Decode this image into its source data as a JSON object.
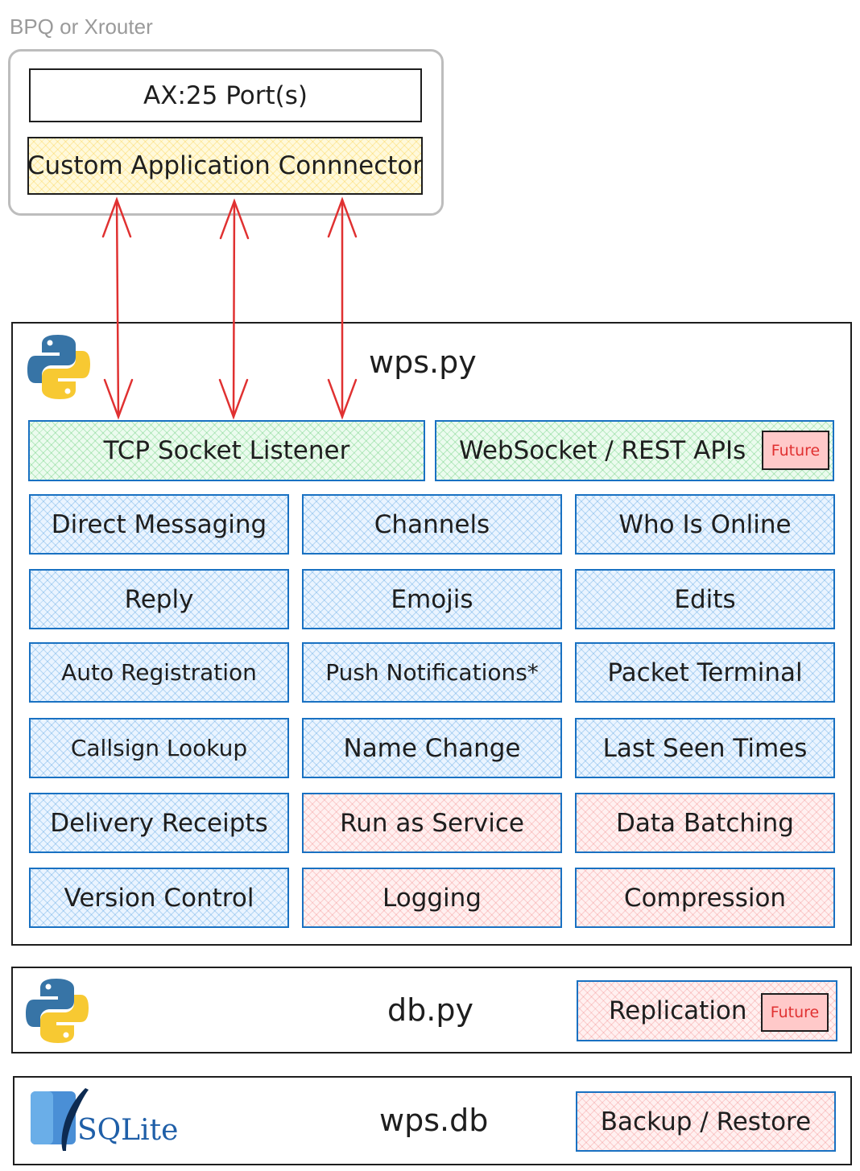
{
  "router": {
    "group_label": "BPQ or Xrouter",
    "port_label": "AX:25 Port(s)",
    "connector_label": "Custom Application Connnector"
  },
  "wps": {
    "title": "wps.py",
    "tcp_label": "TCP Socket Listener",
    "websocket_label": "WebSocket / REST APIs",
    "future_badge": "Future",
    "features": [
      "Direct Messaging",
      "Channels",
      "Who Is Online",
      "Reply",
      "Emojis",
      "Edits",
      "Auto Registration",
      "Push Notifications*",
      "Packet Terminal",
      "Callsign Lookup",
      "Name Change",
      "Last Seen Times",
      "Delivery Receipts",
      "Run as Service",
      "Data Batching",
      "Version Control",
      "Logging",
      "Compression"
    ]
  },
  "db": {
    "title": "db.py",
    "replication_label": "Replication",
    "future_badge": "Future"
  },
  "database": {
    "title": "wps.db",
    "backup_label": "Backup / Restore",
    "logo_text": "SQLite"
  },
  "colors": {
    "arrow": "#e03131",
    "blue_border": "#1971c2",
    "implemented_fill": "#a5d8ff",
    "planned_fill": "#ffc9c9",
    "listener_fill": "#b2f2bb",
    "connector_fill": "#ffec99"
  }
}
